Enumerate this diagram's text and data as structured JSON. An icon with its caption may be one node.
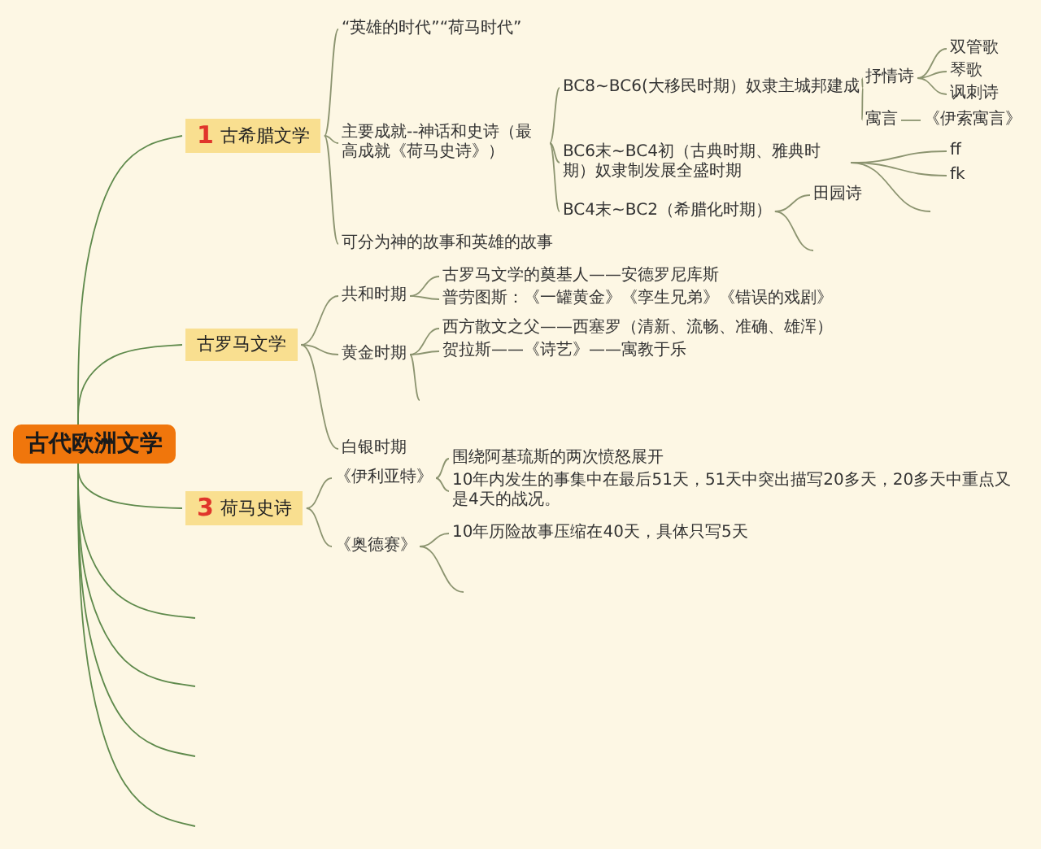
{
  "diagram": {
    "nodes": [
      {
        "text": [
          "古代欧洲文学"
        ]
      },
      {
        "text": [
          "1",
          "古希腊文学"
        ]
      },
      {
        "text": [
          "“英雄的时代”“荷马时代”"
        ]
      },
      {
        "text": [
          "主要成就--神话和史诗（最高成就《荷马史诗》）"
        ]
      },
      {
        "text": [
          "BC8~BC6(大移民时期）奴隶主城邦建成"
        ]
      },
      {
        "text": [
          "抒情诗"
        ]
      },
      {
        "text": [
          "双管歌"
        ]
      },
      {
        "text": [
          "琴歌"
        ]
      },
      {
        "text": [
          "讽刺诗"
        ]
      },
      {
        "text": [
          "寓言"
        ]
      },
      {
        "text": [
          "《伊索寓言》"
        ]
      },
      {
        "text": [
          "BC6末~BC4初（古典时期、雅典时期）奴隶制发展全盛时期"
        ]
      },
      {
        "text": [
          "ff"
        ]
      },
      {
        "text": [
          "fk"
        ]
      },
      {
        "text": [
          "BC4末~BC2（希腊化时期）"
        ]
      },
      {
        "text": [
          "田园诗"
        ]
      },
      {
        "text": [
          "可分为神的故事和英雄的故事"
        ]
      },
      {
        "text": [
          "古罗马文学"
        ]
      },
      {
        "text": [
          "共和时期"
        ]
      },
      {
        "text": [
          "古罗马文学的奠基人——安德罗尼库斯"
        ]
      },
      {
        "text": [
          "普劳图斯：《一罐黄金》《孪生兄弟》《错误的戏剧》"
        ]
      },
      {
        "text": [
          "黄金时期"
        ]
      },
      {
        "text": [
          "西方散文之父——西塞罗（清新、流畅、准确、雄浑）"
        ]
      },
      {
        "text": [
          "贺拉斯——《诗艺》——寓教于乐"
        ]
      },
      {
        "text": [
          "白银时期"
        ]
      },
      {
        "text": [
          "3",
          "荷马史诗"
        ]
      },
      {
        "text": [
          "《伊利亚特》"
        ]
      },
      {
        "text": [
          "围绕阿基琉斯的两次愤怒展开"
        ]
      },
      {
        "text": [
          "10年内发生的事集中在最后51天，51天中突出描写20多天，20多天中重点又是4天的战况。"
        ]
      },
      {
        "text": [
          "《奥德赛》"
        ]
      },
      {
        "text": [
          "10年历险故事压缩在40天，具体只写5天"
        ]
      }
    ],
    "edges": [
      {
        "from": 0,
        "to": 1,
        "arrow": "none"
      },
      {
        "from": 0,
        "to": 17,
        "arrow": "none"
      },
      {
        "from": 0,
        "to": 25,
        "arrow": "none"
      },
      {
        "from": 0,
        "to": null,
        "arrow": "none"
      },
      {
        "from": 0,
        "to": null,
        "arrow": "none"
      },
      {
        "from": 0,
        "to": null,
        "arrow": "none"
      },
      {
        "from": 0,
        "to": null,
        "arrow": "none"
      },
      {
        "from": 1,
        "to": 2,
        "arrow": "none"
      },
      {
        "from": 1,
        "to": 3,
        "arrow": "none"
      },
      {
        "from": 1,
        "to": 16,
        "arrow": "none"
      },
      {
        "from": 3,
        "to": 4,
        "arrow": "none"
      },
      {
        "from": 3,
        "to": 11,
        "arrow": "none"
      },
      {
        "from": 3,
        "to": 14,
        "arrow": "none"
      },
      {
        "from": 4,
        "to": 5,
        "arrow": "none"
      },
      {
        "from": 4,
        "to": 9,
        "arrow": "none"
      },
      {
        "from": 5,
        "to": 6,
        "arrow": "none"
      },
      {
        "from": 5,
        "to": 7,
        "arrow": "none"
      },
      {
        "from": 5,
        "to": 8,
        "arrow": "none"
      },
      {
        "from": 9,
        "to": 10,
        "arrow": "none"
      },
      {
        "from": 11,
        "to": 12,
        "arrow": "none"
      },
      {
        "from": 11,
        "to": 13,
        "arrow": "none"
      },
      {
        "from": 11,
        "to": null,
        "arrow": "none"
      },
      {
        "from": 14,
        "to": 15,
        "arrow": "none"
      },
      {
        "from": 14,
        "to": null,
        "arrow": "none"
      },
      {
        "from": 17,
        "to": 18,
        "arrow": "none"
      },
      {
        "from": 17,
        "to": 21,
        "arrow": "none"
      },
      {
        "from": 17,
        "to": 24,
        "arrow": "none"
      },
      {
        "from": 18,
        "to": 19,
        "arrow": "none"
      },
      {
        "from": 18,
        "to": 20,
        "arrow": "none"
      },
      {
        "from": 21,
        "to": 22,
        "arrow": "none"
      },
      {
        "from": 21,
        "to": 23,
        "arrow": "none"
      },
      {
        "from": 21,
        "to": null,
        "arrow": "none"
      },
      {
        "from": 25,
        "to": 26,
        "arrow": "none"
      },
      {
        "from": 25,
        "to": 29,
        "arrow": "none"
      },
      {
        "from": 26,
        "to": 27,
        "arrow": "none"
      },
      {
        "from": 26,
        "to": 28,
        "arrow": "none"
      },
      {
        "from": 29,
        "to": 30,
        "arrow": "none"
      },
      {
        "from": 29,
        "to": null,
        "arrow": "none"
      }
    ]
  }
}
